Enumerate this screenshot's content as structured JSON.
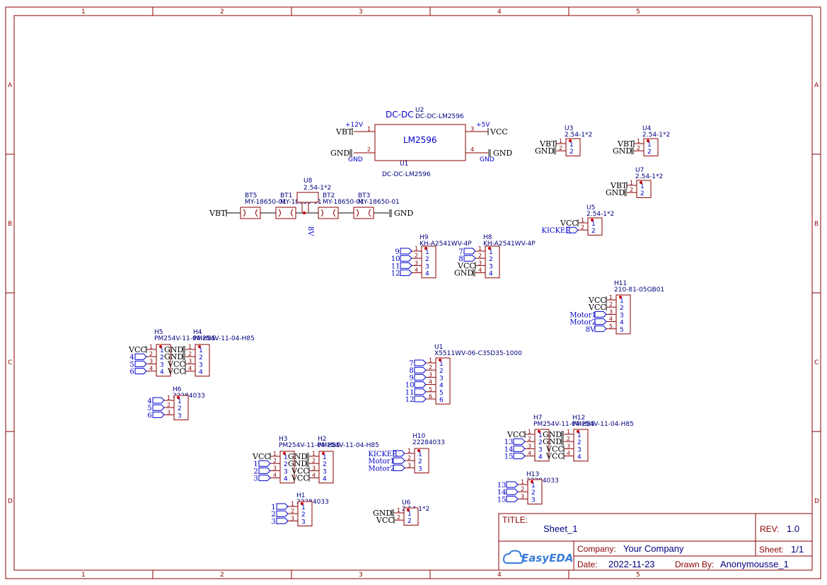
{
  "frame": {
    "columns": [
      "1",
      "2",
      "3",
      "4",
      "5"
    ],
    "rows": [
      "A",
      "B",
      "C",
      "D"
    ]
  },
  "title_block": {
    "title_label": "TITLE:",
    "title": "Sheet_1",
    "rev_label": "REV:",
    "rev": "1.0",
    "company_label": "Company:",
    "company": "Your Company",
    "sheet_label": "Sheet:",
    "sheet": "1/1",
    "date_label": "Date:",
    "date": "2022-11-23",
    "drawn_label": "Drawn By:",
    "drawn_by": "Anonymousse_1",
    "logo": "EasyEDA"
  },
  "dcdc": {
    "designator": "U2",
    "value": "DC-DC-LM2596",
    "name": "DC-DC",
    "body_label": "LM2596",
    "bottom_designator": "U1",
    "bottom_value": "DC-DC-LM2596",
    "pin_labels": {
      "p1": "+12V",
      "p2": "GND",
      "p3": "+5V",
      "p4": "GND"
    },
    "pin_numbers": {
      "p1": "1",
      "p2": "2",
      "p3": "3",
      "p4": "4"
    },
    "nets": {
      "left_top": "VBT",
      "left_bottom": "GND",
      "right_top": "VCC",
      "right_bottom": "GND"
    }
  },
  "battery": {
    "cells": [
      {
        "designator": "BT5",
        "value": "MY-18650-01"
      },
      {
        "designator": "BT1",
        "value": "MY-18650-01"
      },
      {
        "designator": "BT2",
        "value": "MY-18650-01"
      },
      {
        "designator": "BT3",
        "value": "MY-18650-01"
      }
    ],
    "net_left": "VBT",
    "net_right": "GND",
    "tap": {
      "designator": "U8",
      "value": "2.54-1*2",
      "net": "8V"
    }
  },
  "connectors": [
    {
      "designator": "U3",
      "value": "2.54-1*2",
      "pins": [
        "1",
        "2"
      ],
      "nets": [
        "VBT",
        "GND"
      ]
    },
    {
      "designator": "U4",
      "value": "2.54-1*2",
      "pins": [
        "1",
        "2"
      ],
      "nets": [
        "VBT",
        "GND"
      ]
    },
    {
      "designator": "U7",
      "value": "2.54-1*2",
      "pins": [
        "1",
        "2"
      ],
      "nets": [
        "VBT",
        "GND"
      ]
    },
    {
      "designator": "U5",
      "value": "2.54-1*2",
      "pins": [
        "1",
        "2"
      ],
      "nets": [
        "VCC",
        "KICKER"
      ]
    },
    {
      "designator": "H9",
      "value": "KH-A2541WV-4P",
      "pins": [
        "1",
        "2",
        "3",
        "4"
      ],
      "nets": [
        "9",
        "10",
        "11",
        "12"
      ]
    },
    {
      "designator": "H8",
      "value": "KH-A2541WV-4P",
      "pins": [
        "1",
        "2",
        "3",
        "4"
      ],
      "nets": [
        "7",
        "8",
        "VCC",
        "GND"
      ]
    },
    {
      "designator": "H11",
      "value": "210-81-05GB01",
      "pins": [
        "1",
        "2",
        "3",
        "4",
        "5"
      ],
      "nets": [
        "VCC",
        "VCC",
        "Motor1",
        "Motor2",
        "8V"
      ]
    },
    {
      "designator": "U1",
      "value": "X5511WV-06-C35D35-1000",
      "pins": [
        "1",
        "2",
        "3",
        "4",
        "5",
        "6"
      ],
      "nets": [
        "7",
        "8",
        "9",
        "10",
        "11",
        "12"
      ]
    },
    {
      "designator": "H5",
      "value": "PM254V-11-04-H85",
      "pins": [
        "1",
        "2",
        "3",
        "4"
      ],
      "nets": [
        "VCC",
        "4",
        "5",
        "6"
      ]
    },
    {
      "designator": "H4",
      "value": "PM254V-11-04-H85",
      "pins": [
        "1",
        "2",
        "3",
        "4"
      ],
      "nets": [
        "GND",
        "GND",
        "VCC",
        "VCC"
      ]
    },
    {
      "designator": "H6",
      "value": "22284033",
      "pins": [
        "1",
        "2",
        "3"
      ],
      "nets": [
        "4",
        "5",
        "6"
      ]
    },
    {
      "designator": "H3",
      "value": "PM254V-11-04-H85",
      "pins": [
        "1",
        "2",
        "3",
        "4"
      ],
      "nets": [
        "VCC",
        "1",
        "2",
        "3"
      ]
    },
    {
      "designator": "H2",
      "value": "PM254V-11-04-H85",
      "pins": [
        "1",
        "2",
        "3",
        "4"
      ],
      "nets": [
        "GND",
        "GND",
        "VCC",
        "VCC"
      ]
    },
    {
      "designator": "H1",
      "value": "22284033",
      "pins": [
        "1",
        "2",
        "3"
      ],
      "nets": [
        "1",
        "2",
        "3"
      ]
    },
    {
      "designator": "H10",
      "value": "22284033",
      "pins": [
        "1",
        "2",
        "3"
      ],
      "nets": [
        "KICKER",
        "Motor1",
        "Motor2"
      ]
    },
    {
      "designator": "U6",
      "value": "2.54-1*2",
      "pins": [
        "1",
        "2"
      ],
      "nets": [
        "GND",
        "VCC"
      ]
    },
    {
      "designator": "H7",
      "value": "PM254V-11-04-H85",
      "pins": [
        "1",
        "2",
        "3",
        "4"
      ],
      "nets": [
        "VCC",
        "13",
        "14",
        "15"
      ]
    },
    {
      "designator": "H12",
      "value": "PM254V-11-04-H85",
      "pins": [
        "1",
        "2",
        "3",
        "4"
      ],
      "nets": [
        "GND",
        "GND",
        "VCC",
        "VCC"
      ]
    },
    {
      "designator": "H13",
      "value": "22284033",
      "pins": [
        "1",
        "2",
        "3"
      ],
      "nets": [
        "13",
        "14",
        "15"
      ]
    }
  ]
}
